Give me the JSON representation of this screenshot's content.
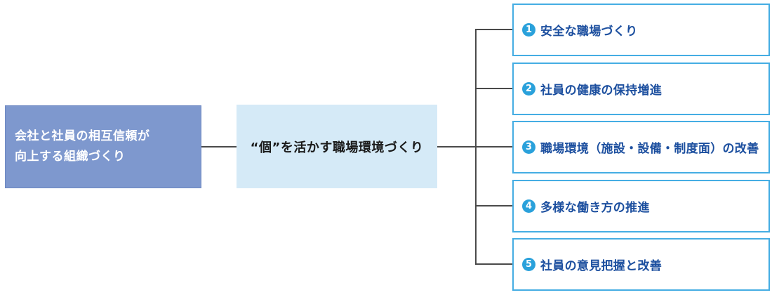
{
  "palette": {
    "root_box_bg": "#7e98ce",
    "root_box_border": "#6d88c2",
    "root_box_text": "#ffffff",
    "mid_box_bg": "#d5eaf7",
    "mid_box_text": "#1a1a1a",
    "goal_box_border": "#45ade3",
    "goal_box_bg": "#ffffff",
    "goal_text": "#1c4f9f",
    "goal_badge_bg": "#2aa1db",
    "connector": "#4a4a4a"
  },
  "root_box": {
    "label": "会社と社員の相互信頼が\n向上する組織づくり"
  },
  "mid_box": {
    "label": "“個”を活かす職場環境づくり"
  },
  "goals": {
    "items": [
      {
        "number": "1",
        "label": "安全な職場づくり"
      },
      {
        "number": "2",
        "label": "社員の健康の保持増進"
      },
      {
        "number": "3",
        "label": "職場環境（施設・設備・制度面）の改善"
      },
      {
        "number": "4",
        "label": "多様な働き方の推進"
      },
      {
        "number": "5",
        "label": "社員の意見把握と改善"
      }
    ]
  }
}
